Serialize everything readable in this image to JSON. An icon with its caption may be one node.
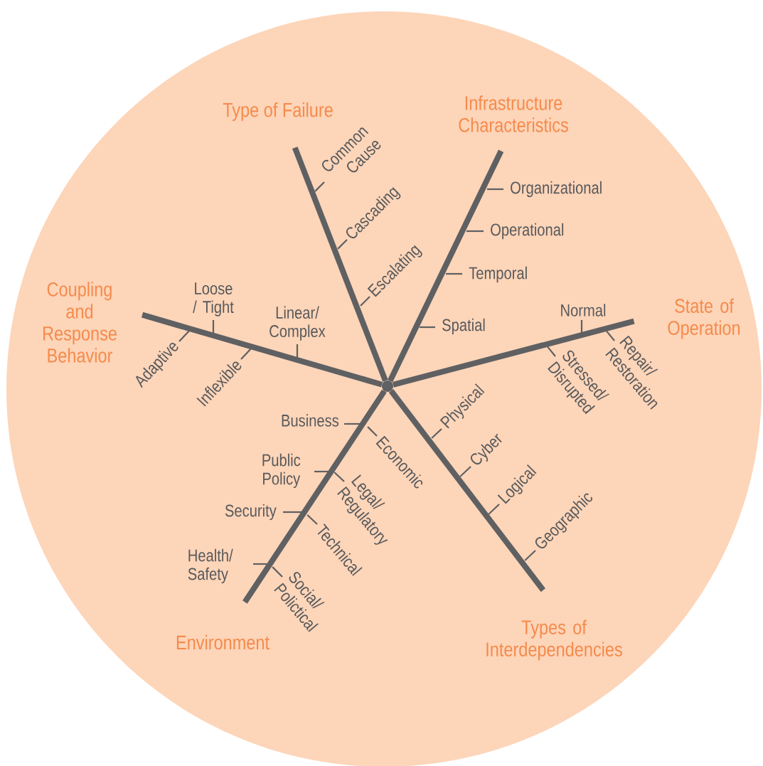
{
  "diagram": {
    "nodes": [
      {
        "text": [
          "Type of Failure"
        ],
        "beside": [
          "Common Cause",
          "Cascading",
          "Escalating"
        ]
      },
      {
        "text": [
          "Infrastructure Characteristics"
        ],
        "beside": [
          "Organizational",
          "Operational",
          "Temporal",
          "Spatial"
        ]
      },
      {
        "text": [
          "Coupling and Response Behavior"
        ],
        "beside": [
          "Loose / Tight",
          "Linear/ Complex",
          "Adaptive",
          "Inflexible"
        ]
      },
      {
        "text": [
          "State of Operation"
        ],
        "beside": [
          "Normal",
          "Repair/ Restoration",
          "Stressed/ Disrupted"
        ]
      },
      {
        "text": [
          "Environment"
        ],
        "beside": [
          "Business",
          "Economic",
          "Public Policy",
          "Legal/ Regulatory",
          "Security",
          "Technical",
          "Health/ Safety",
          "Social/ Polictical"
        ]
      },
      {
        "text": [
          "Types of Interdependencies"
        ],
        "beside": [
          "Physical",
          "Cyber",
          "Logical",
          "Geographic"
        ]
      },
      {
        "text": [],
        "shape": "point"
      }
    ],
    "edges": [
      {
        "from": 6,
        "to": 0,
        "arrow": "none"
      },
      {
        "from": 6,
        "to": 1,
        "arrow": "none"
      },
      {
        "from": 6,
        "to": 2,
        "arrow": "none"
      },
      {
        "from": 6,
        "to": 3,
        "arrow": "none"
      },
      {
        "from": 6,
        "to": 4,
        "arrow": "none"
      },
      {
        "from": 6,
        "to": 5,
        "arrow": "none"
      }
    ]
  }
}
